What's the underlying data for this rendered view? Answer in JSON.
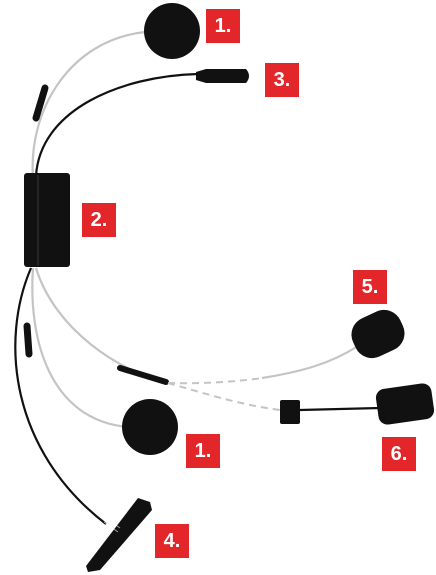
{
  "labels": {
    "speaker_top": "1.",
    "control_unit": "2.",
    "cable_connector": "3.",
    "battery_mount": "4.",
    "boom_mic": "5.",
    "wired_mic": "6.",
    "speaker_bottom": "1."
  },
  "colors": {
    "badge": "#e3262a",
    "component": "#111111",
    "cable_gray": "#c4c4c4",
    "cable_black": "#111111"
  }
}
